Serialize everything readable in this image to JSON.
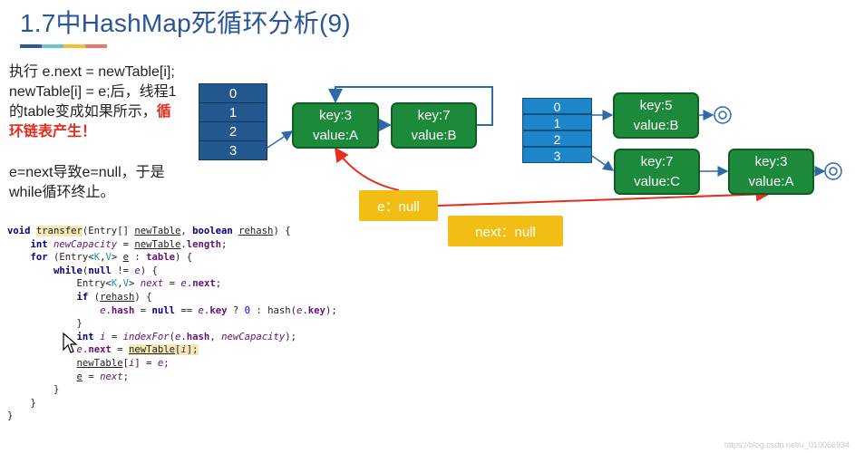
{
  "slide": {
    "title": "1.7中HashMap死循环分析(9)",
    "accent_colors": [
      "#2c5a9b",
      "#6dc3c9",
      "#f1c232",
      "#e9786a"
    ]
  },
  "description": {
    "line1": "执行 e.next = newTable[i];",
    "line2": "newTable[i] = e;后，线程1",
    "line3_prefix": "的table变成如果所示，",
    "line3_red": "循",
    "line4_red": "环链表产生！",
    "line5": "e=next导致e=null，于是",
    "line6": "while循环终止。"
  },
  "diagram": {
    "table1": [
      "0",
      "1",
      "2",
      "3"
    ],
    "table2": [
      "0",
      "1",
      "2",
      "3"
    ],
    "node_key3_a": {
      "key": "key:3",
      "value": "value:A"
    },
    "node_key7_b": {
      "key": "key:7",
      "value": "value:B"
    },
    "node_key5_b": {
      "key": "key:5",
      "value": "value:B"
    },
    "node_key7_c": {
      "key": "key:7",
      "value": "value:C"
    },
    "node_key3_a2": {
      "key": "key:3",
      "value": "value:A"
    },
    "e_label": "e：null",
    "next_label": "next：null",
    "colors": {
      "node": "#1c8a3a",
      "table1": "#23588f",
      "table2": "#1d85c9",
      "label": "#f2bd14",
      "red_arrow": "#e52e20"
    }
  },
  "code": {
    "l1_void": "void ",
    "l1_method": "transfer",
    "l1_a": "(Entry[] ",
    "l1_newTable": "newTable",
    "l1_b": ", ",
    "l1_boolean": "boolean ",
    "l1_rehash": "rehash",
    "l1_c": ") {",
    "l2_int": "int ",
    "l2_var": "newCapacity",
    "l2_eq": " = ",
    "l2_nt": "newTable",
    "l2_dot": ".",
    "l2_len": "length",
    "l2_end": ";",
    "l3_for": "for ",
    "l3_a": "(Entry<",
    "l3_K": "K",
    "l3_comma": ",",
    "l3_V": "V",
    "l3_b": "> ",
    "l3_e": "e",
    "l3_c": " : ",
    "l3_table": "table",
    "l3_d": ") {",
    "l4_while": "while",
    "l4_a": "(",
    "l4_null": "null",
    "l4_b": " != ",
    "l4_e": "e",
    "l4_c": ") {",
    "l5_a": "Entry<",
    "l5_K": "K",
    "l5_comma": ",",
    "l5_V": "V",
    "l5_b": "> ",
    "l5_next": "next",
    "l5_eq": " = ",
    "l5_e": "e",
    "l5_dot": ".",
    "l5_nextf": "next",
    "l5_end": ";",
    "l6_if": "if ",
    "l6_a": "(",
    "l6_rehash": "rehash",
    "l6_b": ") {",
    "l7_e": "e",
    "l7_dot": ".",
    "l7_hash": "hash",
    "l7_eq": " = ",
    "l7_null": "null",
    "l7_b": " == ",
    "l7_e2": "e",
    "l7_dot2": ".",
    "l7_key": "key",
    "l7_q": " ? ",
    "l7_zero": "0",
    "l7_c": " : hash(",
    "l7_e3": "e",
    "l7_dot3": ".",
    "l7_key2": "key",
    "l7_end": ");",
    "l8": "}",
    "l9_int": "int ",
    "l9_i": "i",
    "l9_eq": " = ",
    "l9_fn": "indexFor",
    "l9_a": "(",
    "l9_e": "e",
    "l9_dot": ".",
    "l9_hash": "hash",
    "l9_comma": ", ",
    "l9_cap": "newCapacity",
    "l9_end": ");",
    "l10_e": "e",
    "l10_dot": ".",
    "l10_next": "next",
    "l10_eq": " = ",
    "l10_nt": "newTable",
    "l10_a": "[",
    "l10_i": "i",
    "l10_b": "];",
    "l11_nt": "newTable",
    "l11_a": "[",
    "l11_i": "i",
    "l11_b": "] = ",
    "l11_e": "e",
    "l11_end": ";",
    "l12_e": "e",
    "l12_eq": " = ",
    "l12_next": "next",
    "l12_end": ";",
    "l13": "}",
    "l14": "}",
    "l15": "}"
  },
  "watermark": "https://blog.csdn.net/u_010066934"
}
